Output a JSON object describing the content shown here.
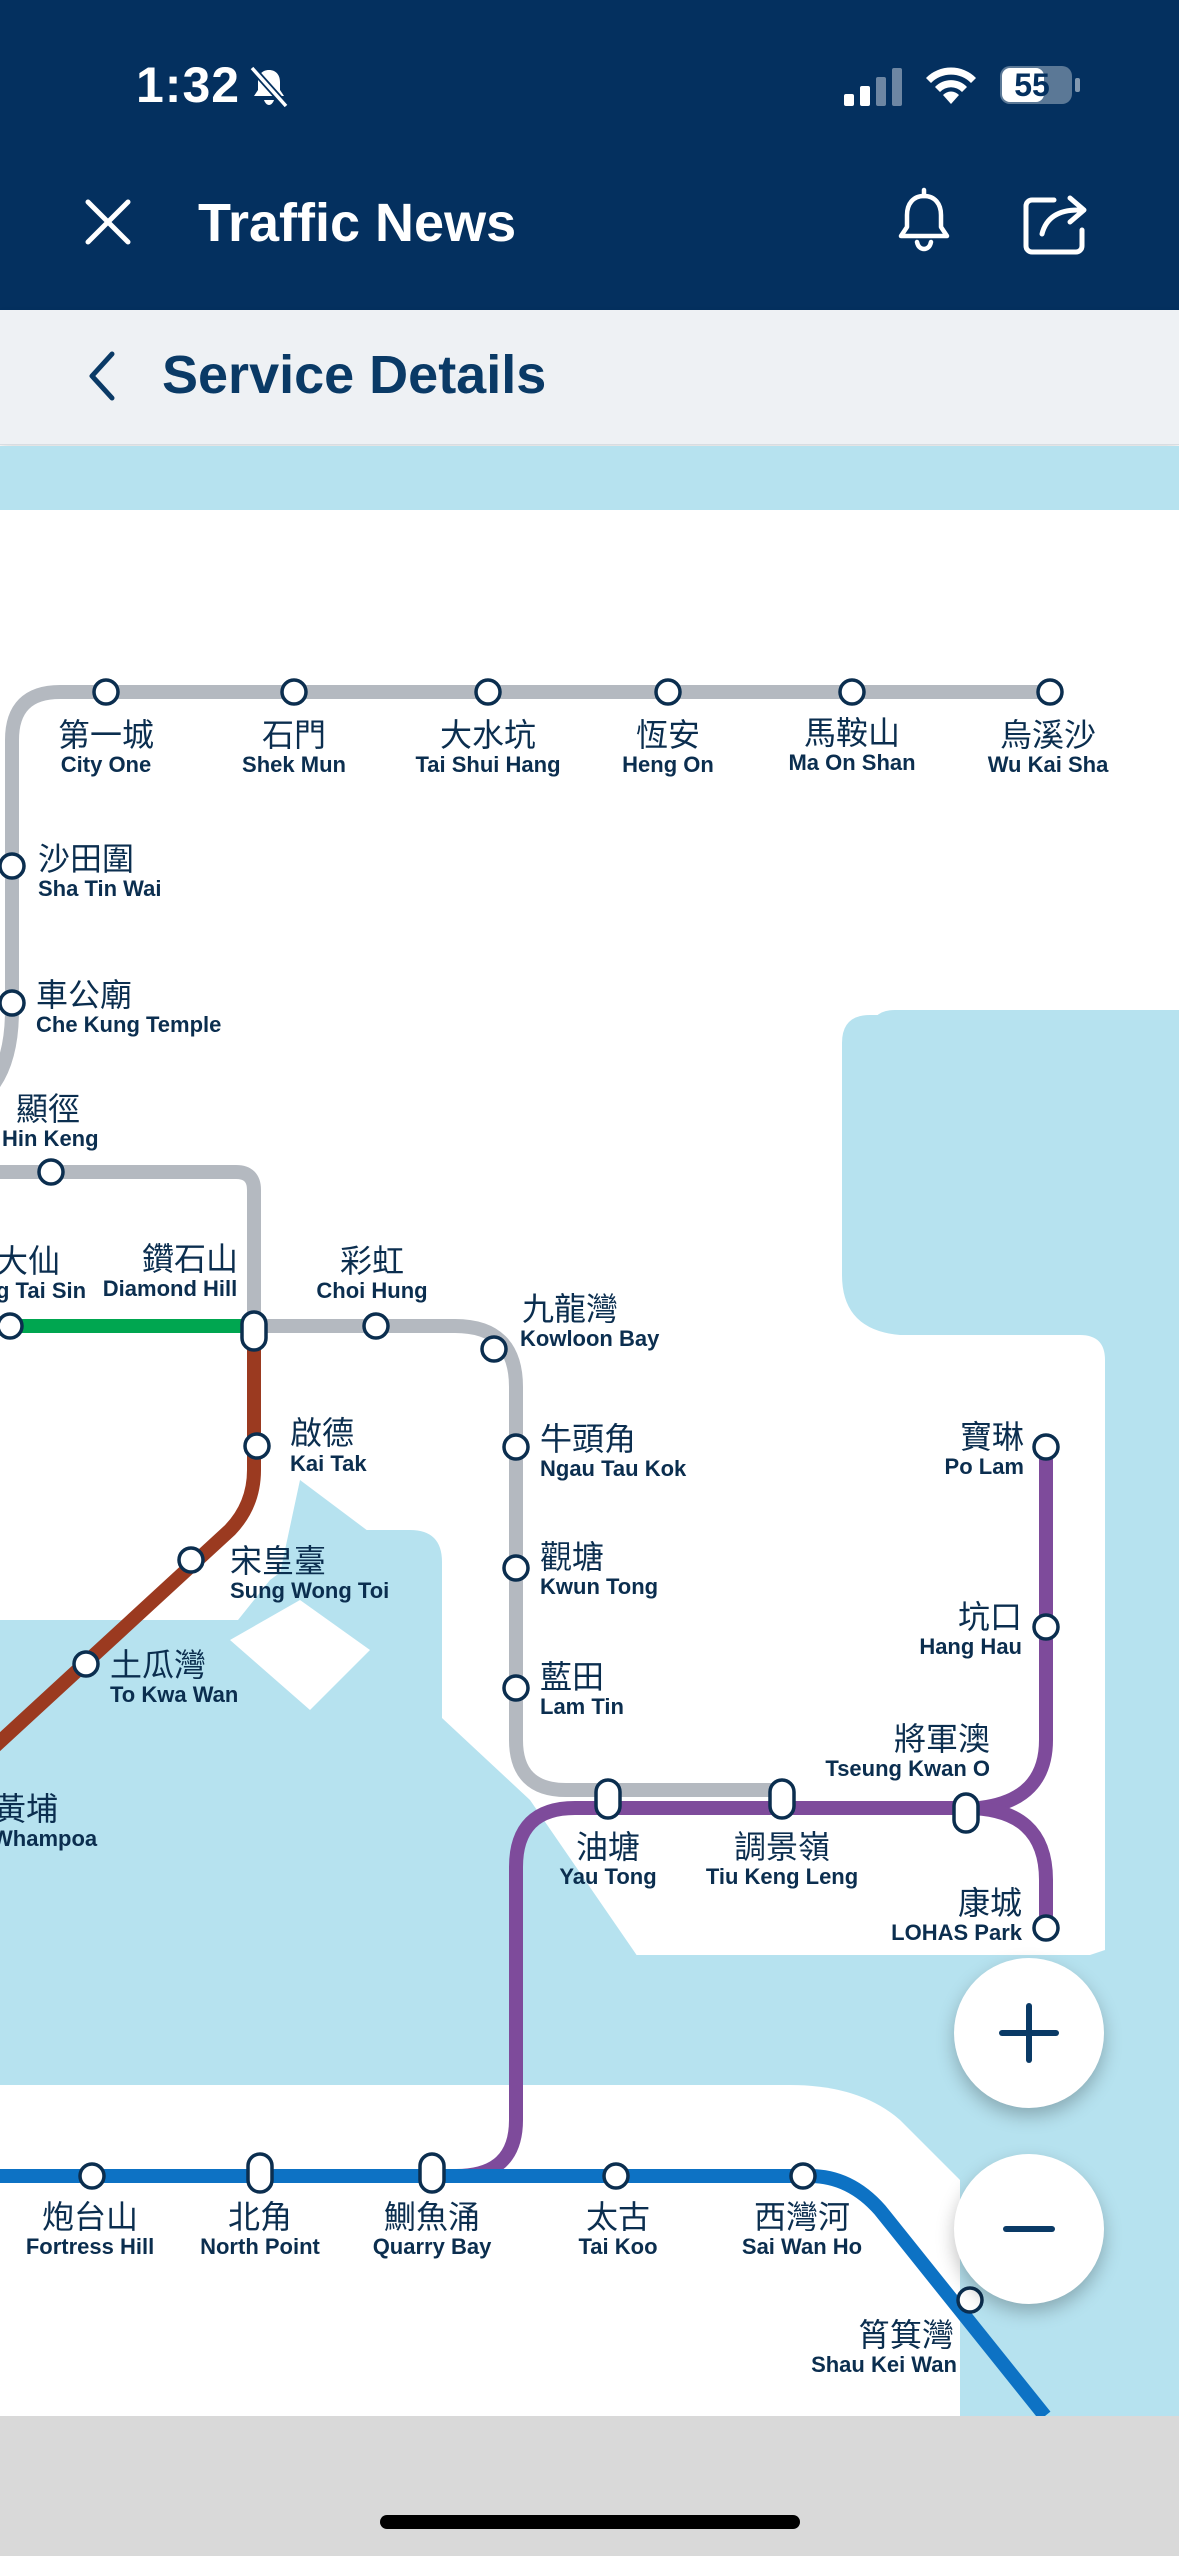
{
  "status_bar": {
    "time": "1:32",
    "battery": "55",
    "icons": [
      "bell-slash-icon",
      "cellular-signal-icon",
      "wifi-icon",
      "battery-icon"
    ]
  },
  "header": {
    "title": "Traffic News",
    "close_icon": "close-icon",
    "notification_icon": "bell-icon",
    "share_icon": "share-icon"
  },
  "subheader": {
    "back_icon": "chevron-left-icon",
    "title": "Service Details"
  },
  "colors": {
    "header_bg": "#04305f",
    "water": "#b6e2ef",
    "grey_line": "#b4b9c0",
    "green_line": "#00a650",
    "brown_line": "#9b3a20",
    "purple_line": "#7e4b9b",
    "blue_line": "#0d72c4"
  },
  "map": {
    "stations": [
      {
        "zh": "第一城",
        "en": "City One"
      },
      {
        "zh": "石門",
        "en": "Shek Mun"
      },
      {
        "zh": "大水坑",
        "en": "Tai Shui Hang"
      },
      {
        "zh": "恆安",
        "en": "Heng On"
      },
      {
        "zh": "馬鞍山",
        "en": "Ma On Shan"
      },
      {
        "zh": "烏溪沙",
        "en": "Wu Kai Sha"
      },
      {
        "zh": "沙田圍",
        "en": "Sha Tin Wai"
      },
      {
        "zh": "車公廟",
        "en": "Che Kung Temple"
      },
      {
        "zh": "顯徑",
        "en": "Hin Keng"
      },
      {
        "zh": "大仙",
        "en": "g Tai Sin"
      },
      {
        "zh": "鑽石山",
        "en": "Diamond Hill"
      },
      {
        "zh": "彩虹",
        "en": "Choi Hung"
      },
      {
        "zh": "九龍灣",
        "en": "Kowloon Bay"
      },
      {
        "zh": "啟德",
        "en": "Kai Tak"
      },
      {
        "zh": "牛頭角",
        "en": "Ngau Tau Kok"
      },
      {
        "zh": "宋皇臺",
        "en": "Sung Wong Toi"
      },
      {
        "zh": "觀塘",
        "en": "Kwun Tong"
      },
      {
        "zh": "土瓜灣",
        "en": "To Kwa Wan"
      },
      {
        "zh": "藍田",
        "en": "Lam Tin"
      },
      {
        "zh": "黃埔",
        "en": "Whampoa"
      },
      {
        "zh": "油塘",
        "en": "Yau Tong"
      },
      {
        "zh": "調景嶺",
        "en": "Tiu Keng Leng"
      },
      {
        "zh": "將軍澳",
        "en": "Tseung Kwan O"
      },
      {
        "zh": "寶琳",
        "en": "Po Lam"
      },
      {
        "zh": "坑口",
        "en": "Hang Hau"
      },
      {
        "zh": "康城",
        "en": "LOHAS Park"
      },
      {
        "zh": "炮台山",
        "en": "Fortress Hill"
      },
      {
        "zh": "北角",
        "en": "North Point"
      },
      {
        "zh": "鰂魚涌",
        "en": "Quarry Bay"
      },
      {
        "zh": "太古",
        "en": "Tai Koo"
      },
      {
        "zh": "西灣河",
        "en": "Sai Wan Ho"
      },
      {
        "zh": "筲箕灣",
        "en": "Shau Kei Wan"
      }
    ]
  },
  "controls": {
    "zoom_in": "+",
    "zoom_out": "−"
  }
}
